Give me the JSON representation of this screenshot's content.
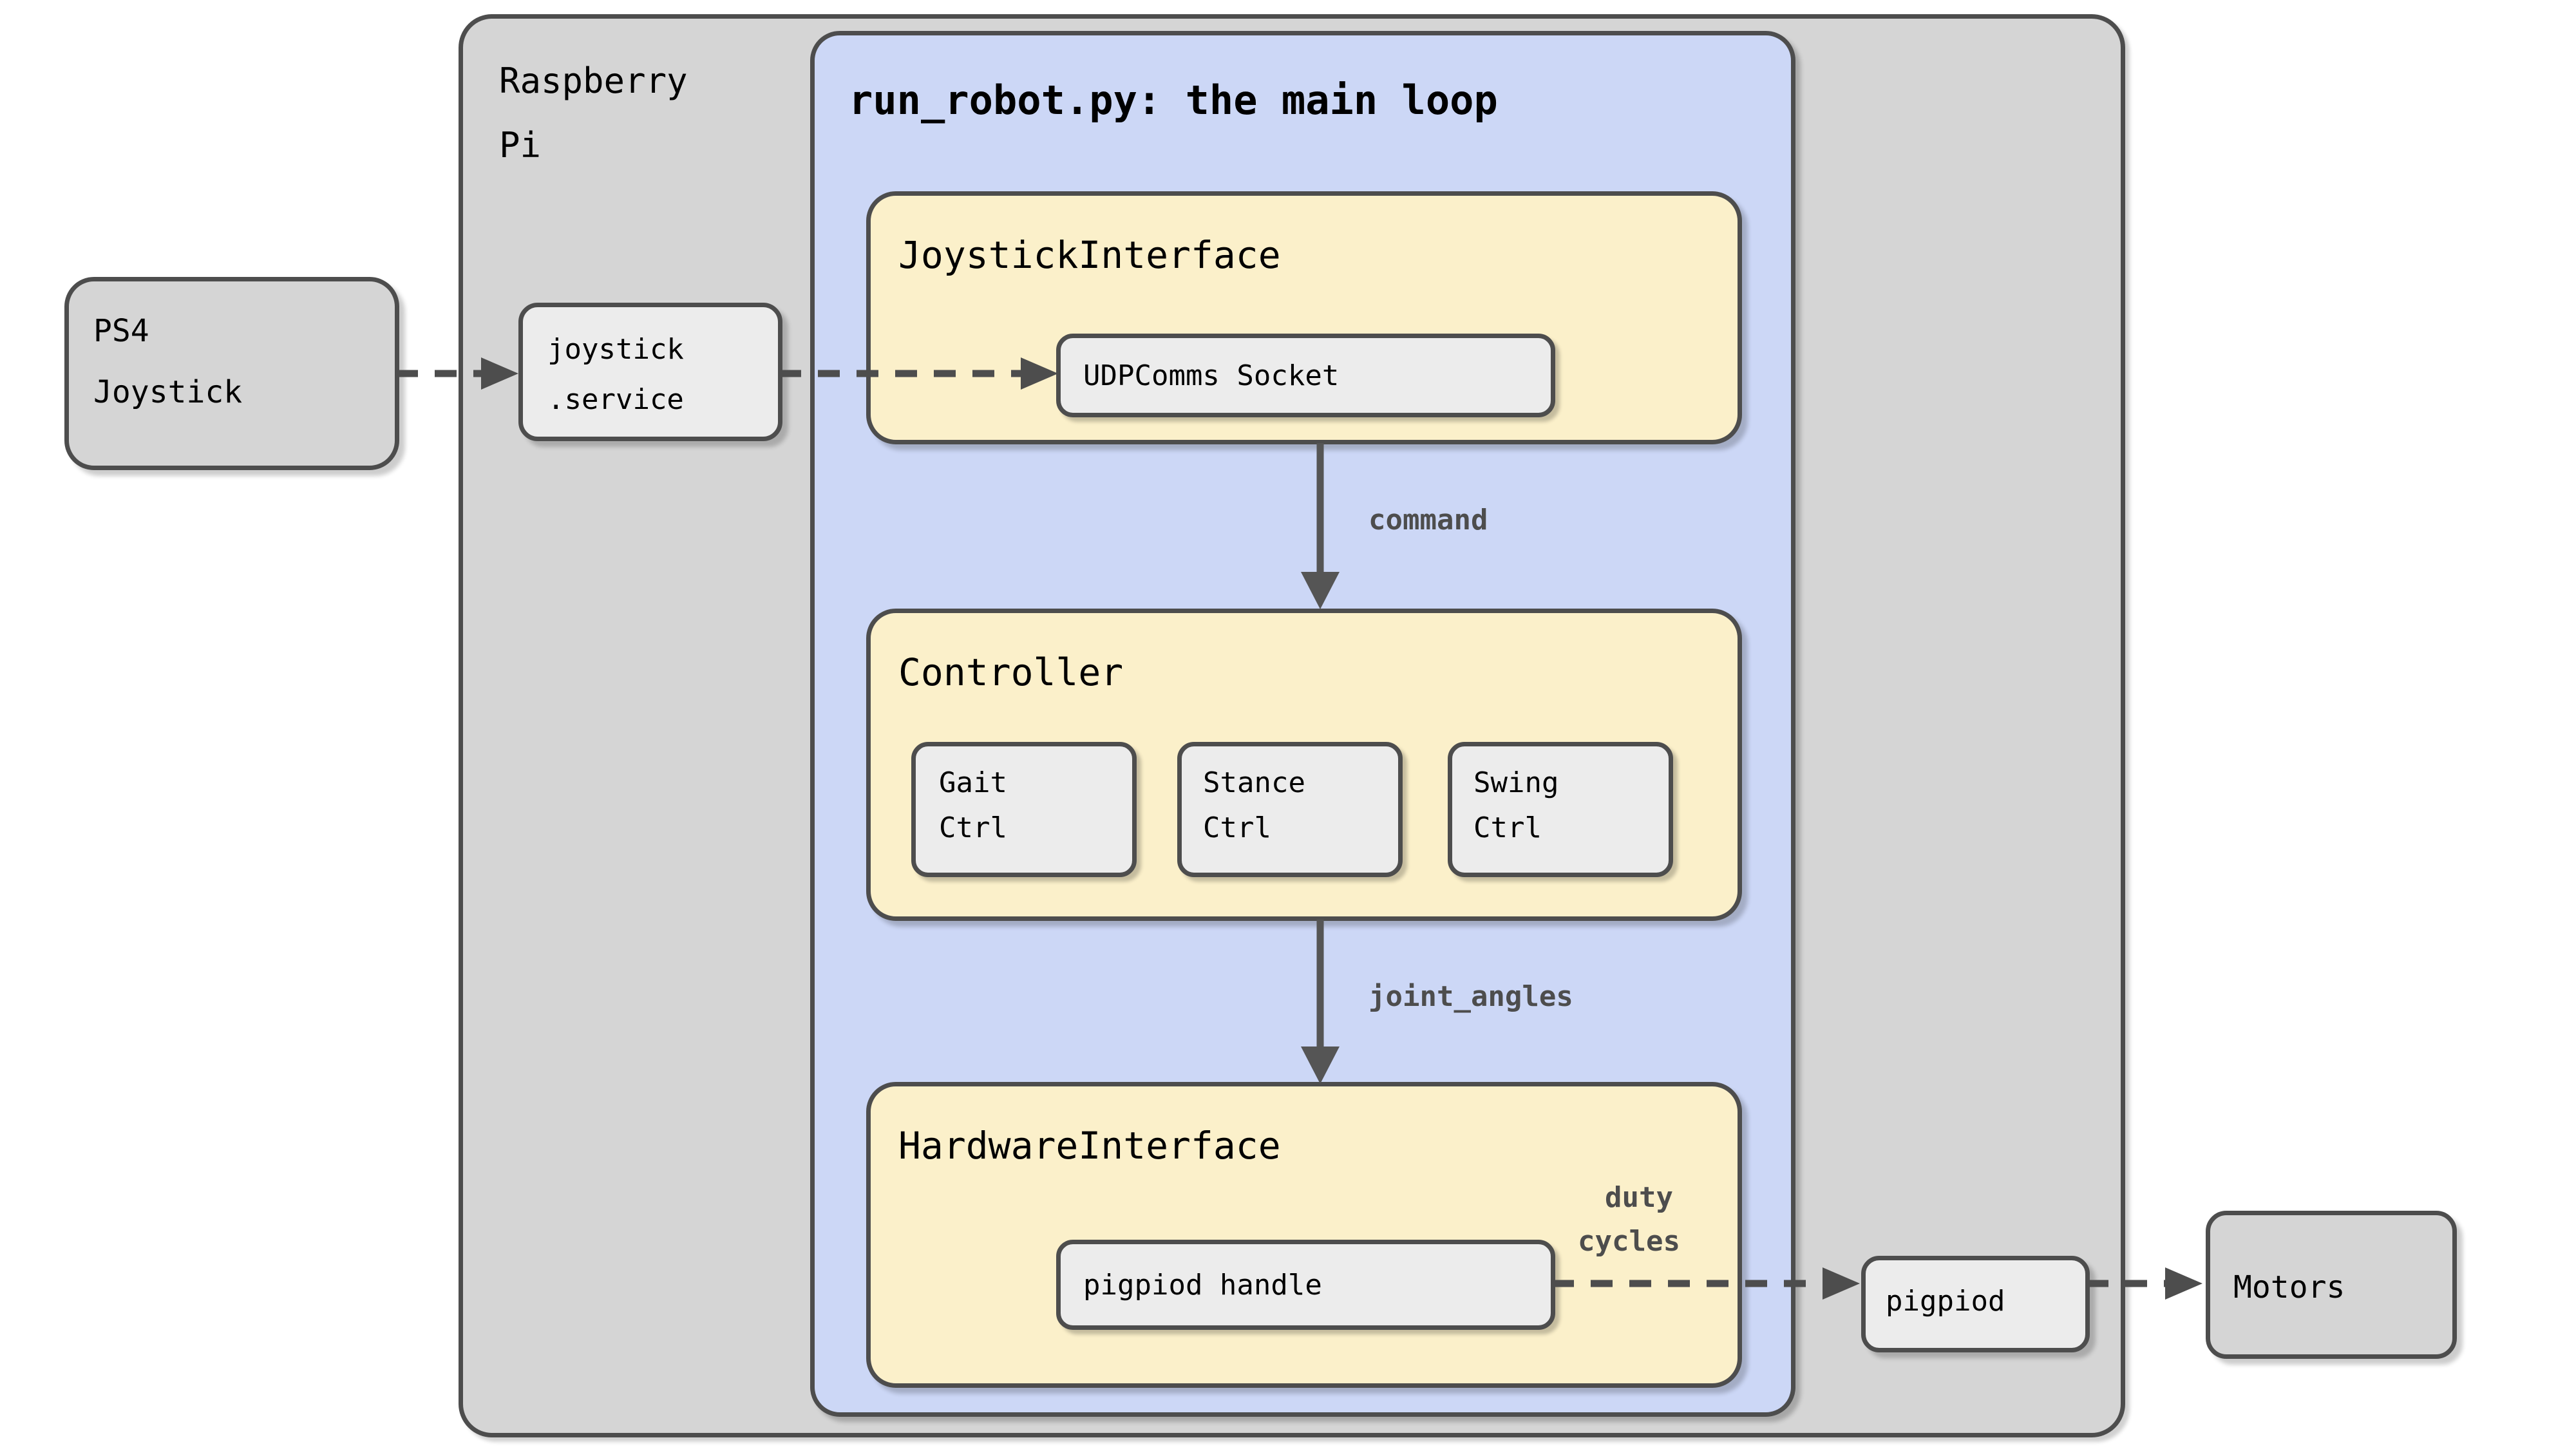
{
  "diagram": {
    "title": "run_robot.py: the main loop",
    "colors": {
      "enclosure_gray": "#d5d5d5",
      "main_loop_blue": "#ccd7f6",
      "module_yellow": "#fbf0ca",
      "subcomponent_gray": "#ececec",
      "stroke": "#4d4d4d",
      "edge_label": "#4d4d4d",
      "page_background": "#ffffff"
    },
    "external_nodes": {
      "ps4_joystick": {
        "line1": "PS4",
        "line2": "Joystick"
      },
      "motors": {
        "label": "Motors"
      }
    },
    "enclosure": {
      "label_line1": "Raspberry",
      "label_line2": "Pi",
      "services": {
        "joystick_service": {
          "line1": "joystick",
          "line2": ".service"
        },
        "pigpiod": {
          "label": "pigpiod"
        }
      }
    },
    "main_loop": {
      "title": "run_robot.py: the main loop",
      "modules": [
        {
          "name": "JoystickInterface",
          "children": [
            {
              "label": "UDPComms Socket"
            }
          ]
        },
        {
          "name": "Controller",
          "children": [
            {
              "line1": "Gait",
              "line2": "Ctrl"
            },
            {
              "line1": "Stance",
              "line2": "Ctrl"
            },
            {
              "line1": "Swing",
              "line2": "Ctrl"
            }
          ]
        },
        {
          "name": "HardwareInterface",
          "children": [
            {
              "label": "pigpiod handle"
            }
          ]
        }
      ]
    },
    "edge_labels": {
      "command": "command",
      "joint_angles": "joint_angles",
      "duty_cycles_line1": "duty",
      "duty_cycles_line2": "cycles"
    }
  }
}
